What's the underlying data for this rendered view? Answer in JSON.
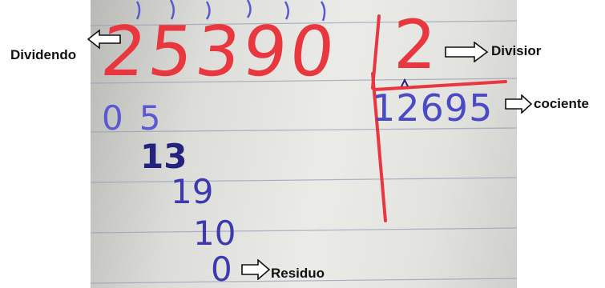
{
  "labels": {
    "dividend": "Dividendo",
    "divisor": "Divisior",
    "quotient": "cociente",
    "residue": "Residuo"
  },
  "handwriting": {
    "dividend": "25390",
    "divisor": "2",
    "quotient": "12695",
    "steps": [
      "05",
      "13",
      "19",
      "10",
      "0"
    ]
  },
  "colors": {
    "red_ink": "#e8373f",
    "blue_ink": "#4a49c6",
    "label_text": "#111111"
  },
  "icons": [
    "arrow-left-icon",
    "arrow-right-icon"
  ]
}
